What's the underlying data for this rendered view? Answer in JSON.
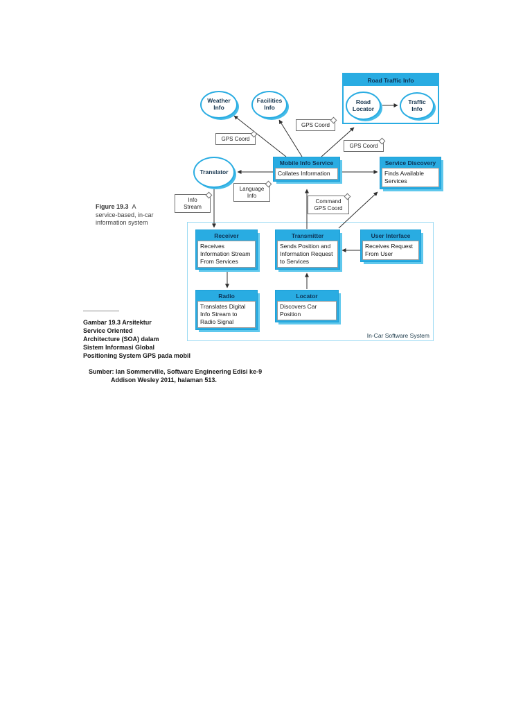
{
  "colors": {
    "accent_cyan": "#29ace2",
    "shadow_cyan": "#5fc8ed",
    "header_text": "#0d3355",
    "body_text": "#151515",
    "note_border": "#6f6f6f",
    "container_border": "#9bdaf3"
  },
  "figure_caption": {
    "label": "Figure 19.3",
    "line1_rest": "A",
    "line2": "service-based, in-car",
    "line3": "information system"
  },
  "diagram": {
    "groups": {
      "road_traffic": {
        "title": "Road Traffic Info"
      },
      "in_car": {
        "label": "In-Car Software System"
      }
    },
    "ellipses": {
      "weather": {
        "label": "Weather\nInfo"
      },
      "facilities": {
        "label": "Facilities\nInfo"
      },
      "road_locator": {
        "label": "Road\nLocator"
      },
      "traffic_info": {
        "label": "Traffic\nInfo"
      },
      "translator": {
        "label": "Translator"
      }
    },
    "boxes": {
      "mobile_info_service": {
        "header": "Mobile Info Service",
        "body": "Collates Information"
      },
      "service_discovery": {
        "header": "Service Discovery",
        "body": "Finds Available\nServices"
      },
      "receiver": {
        "header": "Receiver",
        "body": "Receives\nInformation Stream\nFrom Services"
      },
      "transmitter": {
        "header": "Transmitter",
        "body": "Sends Position and\nInformation Request\nto Services"
      },
      "user_interface": {
        "header": "User Interface",
        "body": "Receives Request\nFrom User"
      },
      "radio": {
        "header": "Radio",
        "body": "Translates Digital\nInfo Stream to\nRadio Signal"
      },
      "locator": {
        "header": "Locator",
        "body": "Discovers Car\nPosition"
      }
    },
    "notes": {
      "gps_coord_1": {
        "label": "GPS Coord"
      },
      "gps_coord_2": {
        "label": "GPS Coord"
      },
      "gps_coord_3": {
        "label": "GPS Coord"
      },
      "language_info": {
        "label": "Language\nInfo"
      },
      "info_stream": {
        "label": "Info\nStream"
      },
      "command_gps": {
        "label": "Command\nGPS Coord"
      }
    }
  },
  "caption": {
    "lines": [
      "Gambar 19.3 Arsitektur",
      "Service Oriented",
      "Architecture (SOA) dalam",
      "Sistem Informasi Global",
      "Positioning System GPS pada mobil"
    ]
  },
  "source": {
    "line1": "Sumber: Ian Sommerville, Software Engineering Edisi ke-9",
    "line2": "Addison Wesley 2011, halaman 513."
  }
}
